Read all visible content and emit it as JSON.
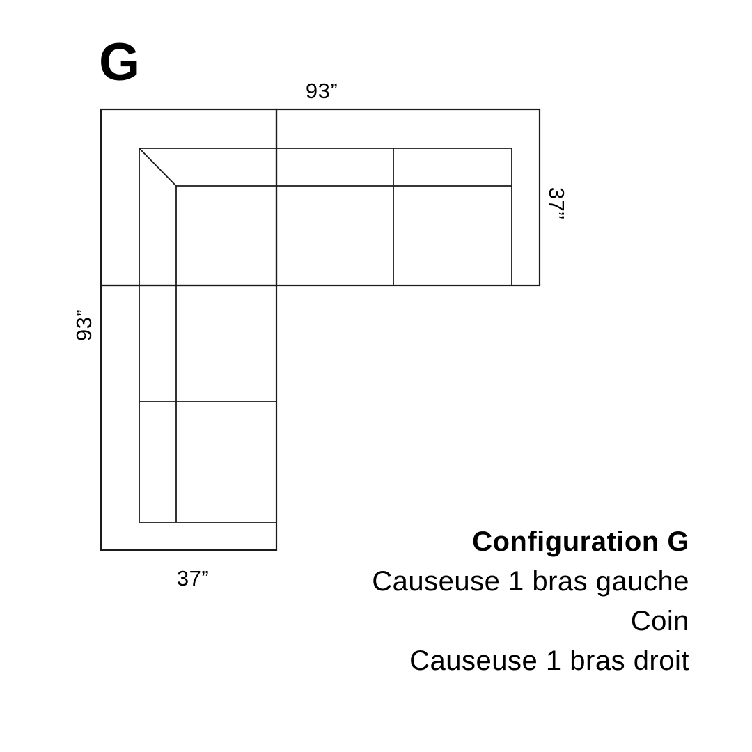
{
  "diagram": {
    "config_letter": "G",
    "dimensions": {
      "top": "93”",
      "right": "37”",
      "left": "93”",
      "bottom": "37”"
    }
  },
  "caption": {
    "title": "Configuration G",
    "lines": [
      "Causeuse 1 bras gauche",
      "Coin",
      "Causeuse 1 bras droit"
    ]
  },
  "colors": {
    "line": "#1b1b1b",
    "text": "#000000",
    "background": "#ffffff"
  }
}
